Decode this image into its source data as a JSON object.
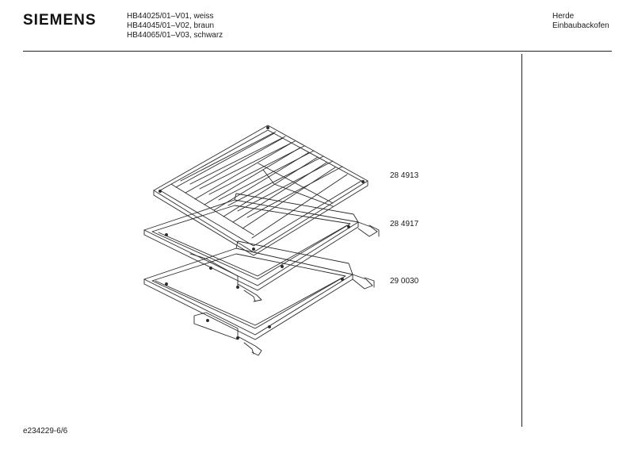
{
  "header": {
    "brand": "SIEMENS",
    "models": [
      "HB44025/01–V01, weiss",
      "HB44045/01–V02, braun",
      "HB44065/01–V03, schwarz"
    ],
    "category": [
      "Herde",
      "Einbaubackofen"
    ]
  },
  "parts": [
    {
      "number": "28 4913"
    },
    {
      "number": "28 4917"
    },
    {
      "number": "29 0030"
    }
  ],
  "footer": {
    "doc_id": "e234229-6/6"
  }
}
